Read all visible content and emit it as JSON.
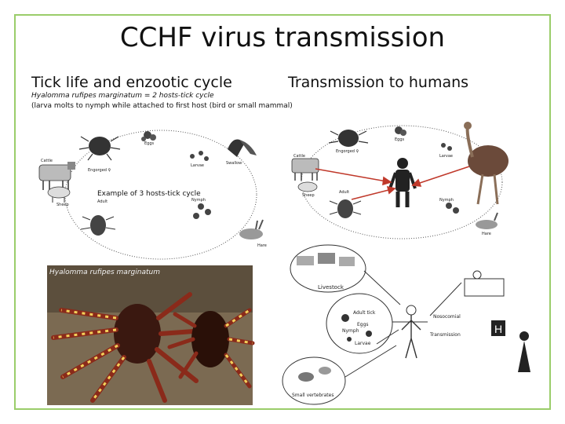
{
  "title": "CCHF virus transmission",
  "left_heading": "Tick life and enzootic cycle",
  "right_heading": "Transmission to humans",
  "subtitle_species": "Hyalomma rufipes marginatum = 2 hosts-tick cycle",
  "subtitle_note": "(larva molts to nymph while attached to first host (bird or small mammal)",
  "example_label": "Example of 3 hosts-tick cycle",
  "photo_caption": "Hyalomma rufipes marginatum",
  "left_cycle_labels": {
    "eggs": "Eggs",
    "larvae": "Larvae",
    "engorged": "Engorged ♀",
    "cattle": "Cattle",
    "sheep": "Sheep",
    "adult": "Adult",
    "nymph": "Nymph",
    "swallow": "Swallow",
    "hare": "Hare"
  },
  "right_cycle_labels": {
    "eggs": "Eggs",
    "larvae": "Larvae",
    "engorged": "Engorged ♀",
    "cattle": "Cattle",
    "sheep": "Sheep",
    "adult": "Adult",
    "nymph": "Nymph",
    "hare": "Hare"
  },
  "lower_diagram": {
    "livestock": "Livestock",
    "adult_tick": "Adult tick",
    "eggs": "Eggs",
    "nymph": "Nymph",
    "larvae": "Larvae",
    "small_vertebrates": "Small vertebrates",
    "nosocomial": "Nosocomial",
    "transmission": "Transmission"
  },
  "colors": {
    "frame": "#9acd6a",
    "arrow_red": "#c0392b"
  }
}
